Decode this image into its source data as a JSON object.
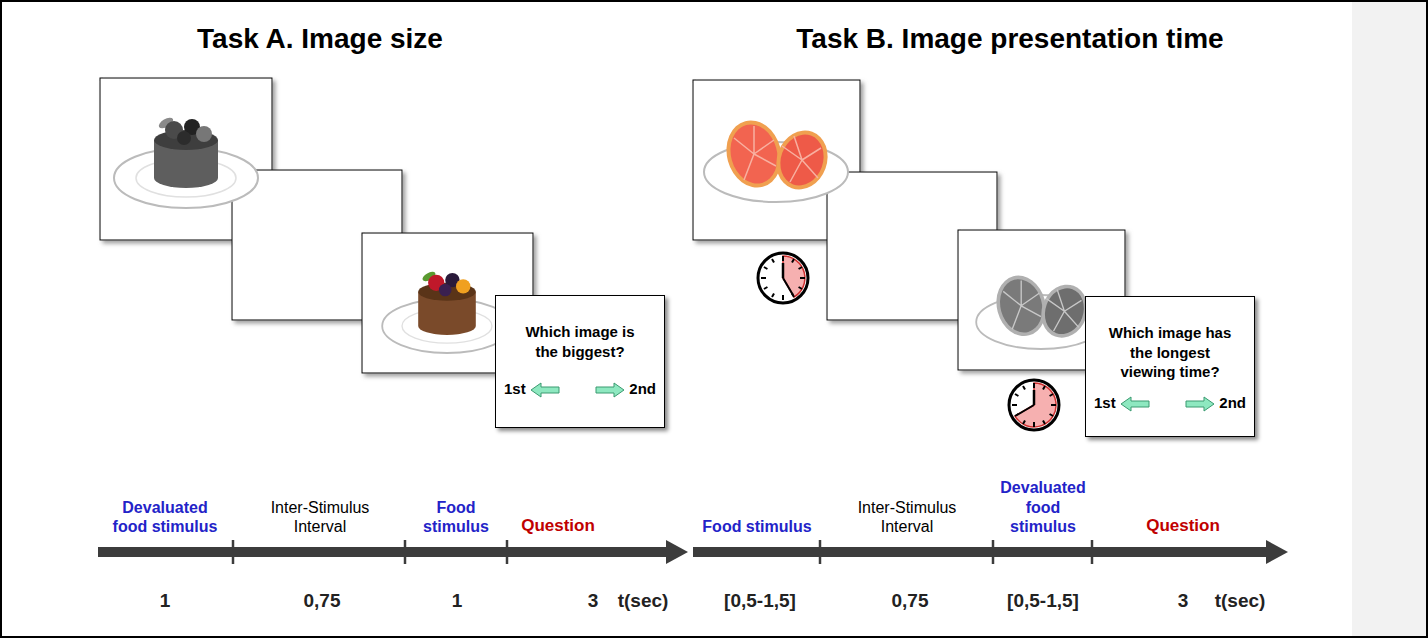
{
  "diagram": {
    "nodes": [
      {
        "text": [
          "Which image is the biggest?",
          "1st",
          "2nd"
        ]
      },
      {
        "text": [
          "Which image has the longest viewing time?",
          "1st",
          "2nd"
        ]
      }
    ],
    "labels": [
      "Task A. Image size",
      "Task B. Image presentation time",
      "Devaluated food stimulus",
      "Inter-Stimulus Interval",
      "Food stimulus",
      "Question",
      "1",
      "0,75",
      "1",
      "3",
      "t(sec)",
      "Food stimulus",
      "Inter-Stimulus Interval",
      "Devaluated food stimulus",
      "Question",
      "[0,5-1,5]",
      "0,75",
      "[0,5-1,5]",
      "3",
      "t(sec)"
    ]
  }
}
